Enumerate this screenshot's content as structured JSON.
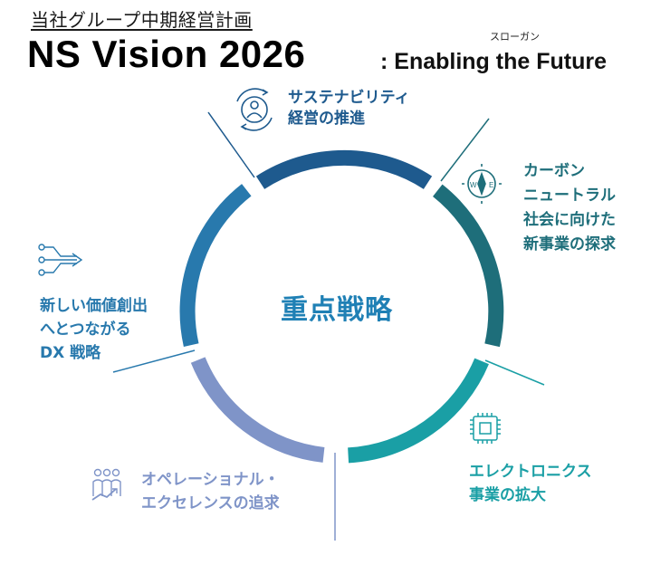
{
  "header": {
    "top_title": "当社グループ中期経営計画",
    "main_title": "NS Vision 2026",
    "slogan_ruby": "スローガン",
    "slogan": ": Enabling the Future"
  },
  "center_label": "重点戦略",
  "strategies": [
    {
      "id": "sustainability",
      "icon": "person-cycle-icon",
      "color": "#1e5a8e",
      "lines": [
        "サステナビリティ",
        "経営の推進"
      ]
    },
    {
      "id": "carbon",
      "icon": "compass-icon",
      "color": "#1e6e7a",
      "lines": [
        "カーボン",
        "ニュートラル",
        "社会に向けた",
        "新事業の探求"
      ]
    },
    {
      "id": "electronics",
      "icon": "chip-icon",
      "color": "#1a9fa5",
      "lines": [
        "エレクトロニクス",
        "事業の拡大"
      ]
    },
    {
      "id": "operational",
      "icon": "team-growth-icon",
      "color": "#7f94c8",
      "lines": [
        "オペレーショナル・",
        "エクセレンスの追求"
      ]
    },
    {
      "id": "dx",
      "icon": "circuit-arrow-icon",
      "color": "#2879ad",
      "lines": [
        "新しい価値創出",
        "へとつながる",
        "DX 戦略"
      ]
    }
  ]
}
